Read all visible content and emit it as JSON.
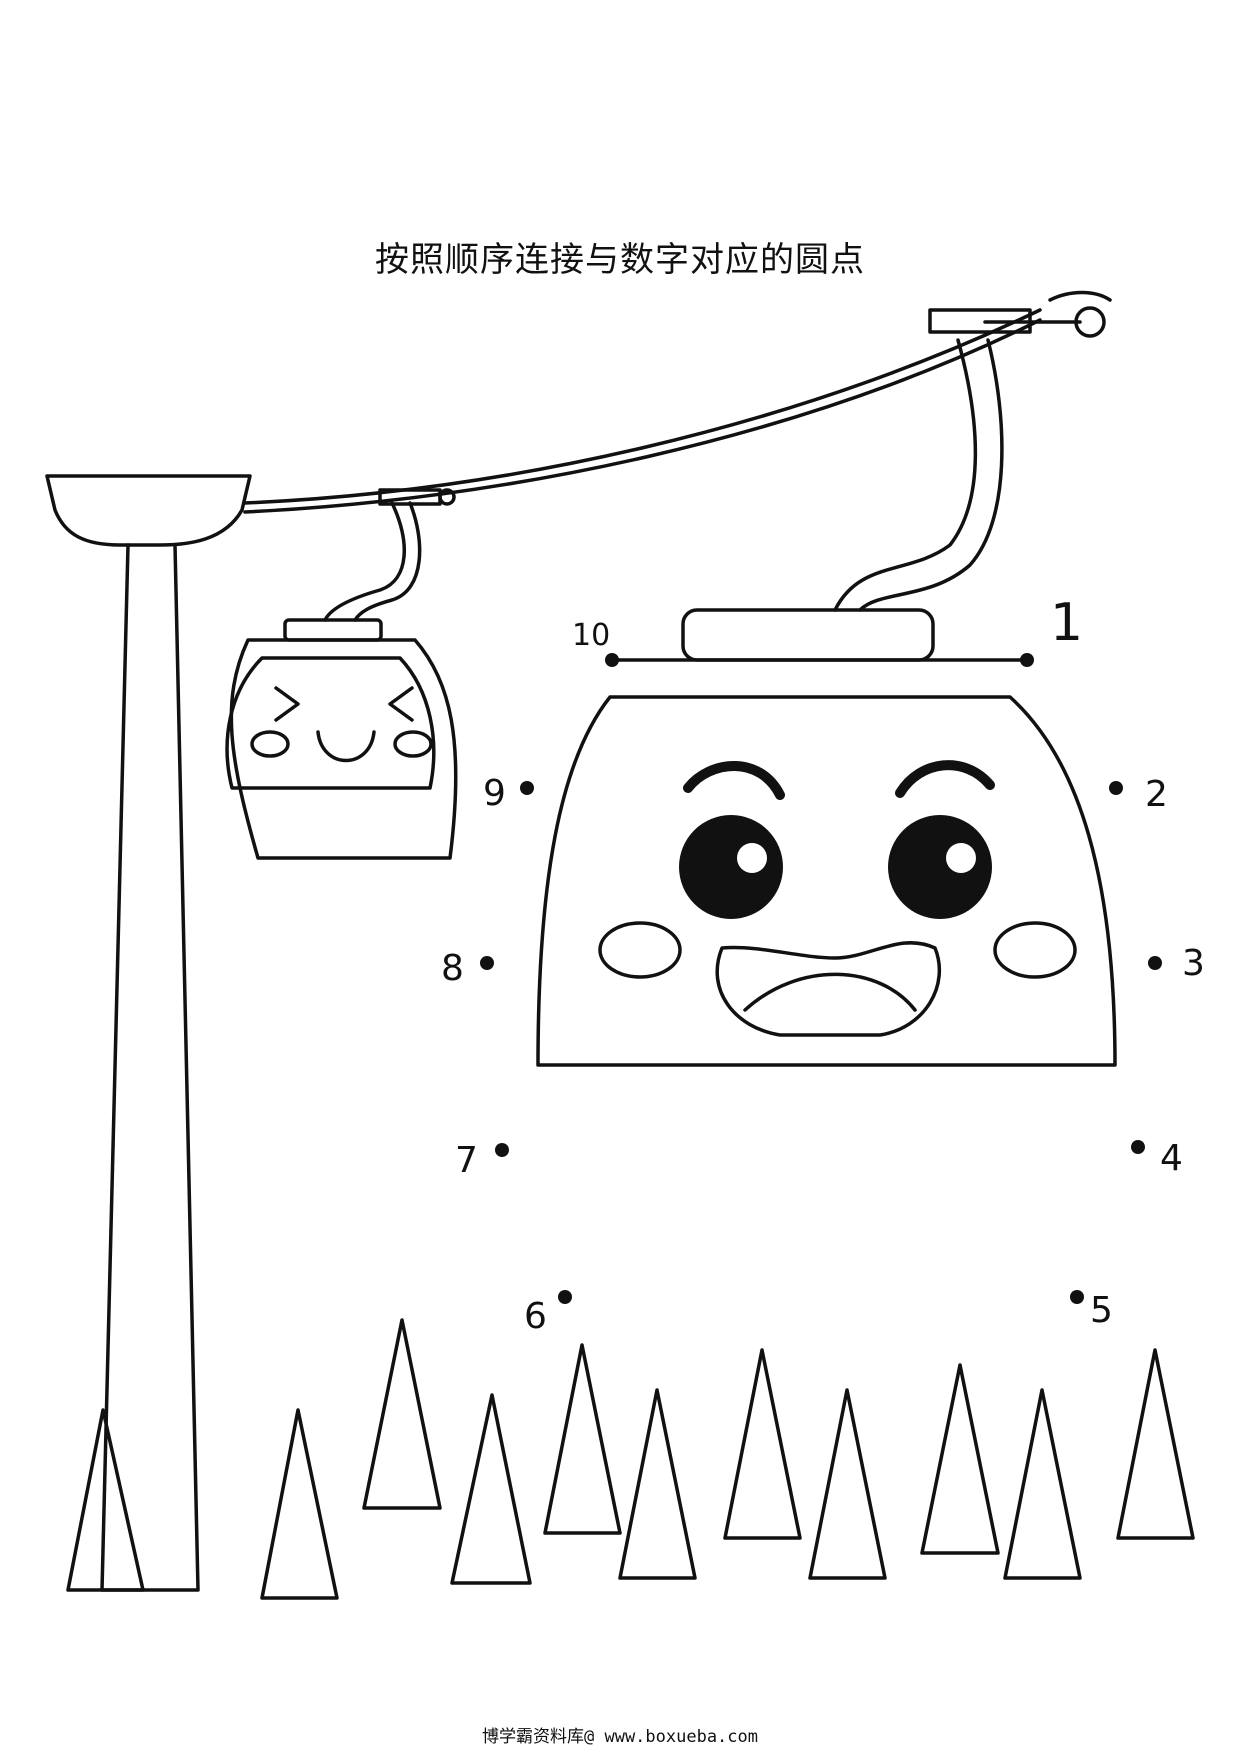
{
  "worksheet": {
    "title": "按照顺序连接与数字对应的圆点",
    "footer": "博学霸资料库@ www.boxueba.com"
  },
  "dots": [
    {
      "label": "1"
    },
    {
      "label": "2"
    },
    {
      "label": "3"
    },
    {
      "label": "4"
    },
    {
      "label": "5"
    },
    {
      "label": "6"
    },
    {
      "label": "7"
    },
    {
      "label": "8"
    },
    {
      "label": "9"
    },
    {
      "label": "10"
    }
  ],
  "colors": {
    "line": "#111111",
    "background": "#ffffff"
  },
  "icons": {
    "pole": "pylon-drawing",
    "small_car": "smiling-cable-car-drawing",
    "big_car": "happy-cable-car-face-drawing",
    "trees": "pine-tree-triangles"
  }
}
